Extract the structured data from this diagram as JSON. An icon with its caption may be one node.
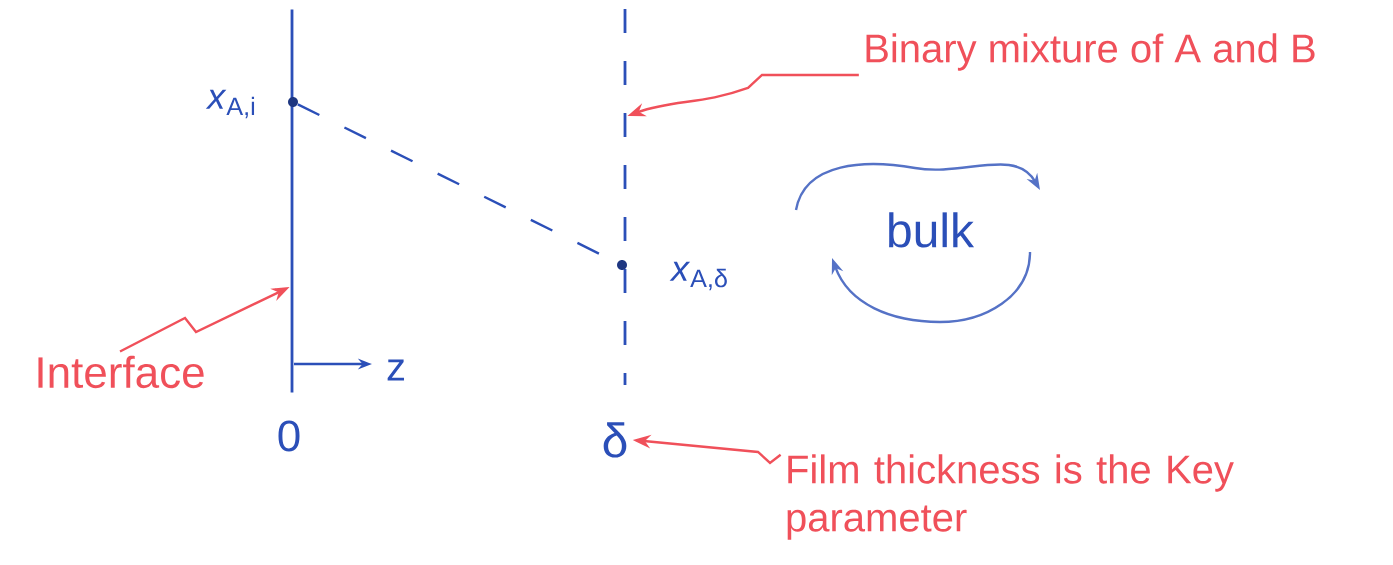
{
  "diagram": {
    "nodes": [
      {
        "text": [],
        "shape": "bar"
      },
      {
        "text": [
          "Interface"
        ]
      },
      {
        "text": [],
        "shape": "bar"
      },
      {
        "text": [
          "Binary mixture of A and B"
        ]
      },
      {
        "text": [],
        "shape": "circle",
        "beside": [
          "*x*$_{A,i}$"
        ]
      },
      {
        "text": [],
        "shape": "circle",
        "beside": [
          "*x*$_{A,δ}$"
        ]
      },
      {
        "text": [
          "δ"
        ]
      },
      {
        "text": [
          "Film thickness is the Key parameter"
        ]
      }
    ],
    "edges": [
      {
        "from": 1,
        "to": 0,
        "arrow": "to"
      },
      {
        "from": 3,
        "to": 2,
        "arrow": "to"
      },
      {
        "from": 4,
        "to": 5,
        "arrow": "none",
        "style": "dashed",
        "color": "#2b4fb8"
      },
      {
        "from": 7,
        "to": 6,
        "arrow": "to"
      }
    ],
    "labels": [
      "bulk",
      "z",
      "0"
    ]
  }
}
